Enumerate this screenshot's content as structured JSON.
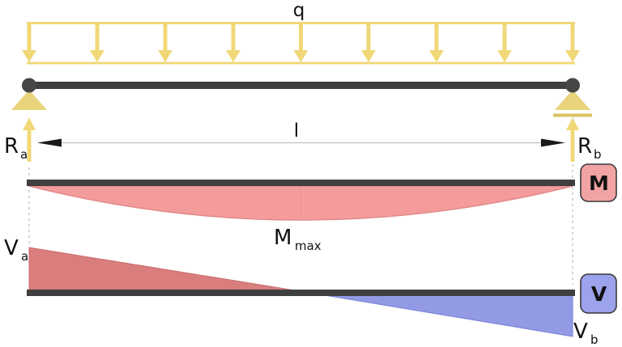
{
  "colors": {
    "load-yellow": "#F0D878",
    "support-tan": "#E9D37D",
    "roller-tan": "#D9C464",
    "beam-dark": "#3F3F3F",
    "node-dark": "#464646",
    "dim-gray": "#C9C9C9",
    "dash-gray": "#BFBFBF",
    "moment-fill": "#F49C9C",
    "moment-edge": "#E18A8A",
    "shear-pos-fill": "#D97D7D",
    "shear-pos-edge": "#C96F6F",
    "shear-neg-fill": "#929AE6",
    "shear-neg-edge": "#7B82D6",
    "badge-moment": "#F2A3A3",
    "badge-shear": "#9CA2EC",
    "text-dark": "#111111"
  },
  "labels": {
    "distributed_load": "q",
    "span": "l",
    "reaction_a": {
      "main": "R",
      "sub": "a"
    },
    "reaction_b": {
      "main": "R",
      "sub": "b"
    },
    "shear_a": {
      "main": "V",
      "sub": "a"
    },
    "shear_b": {
      "main": "V",
      "sub": "b"
    },
    "moment_max": {
      "main": "M",
      "sub": "max"
    },
    "moment_badge": "M",
    "shear_badge": "V"
  }
}
